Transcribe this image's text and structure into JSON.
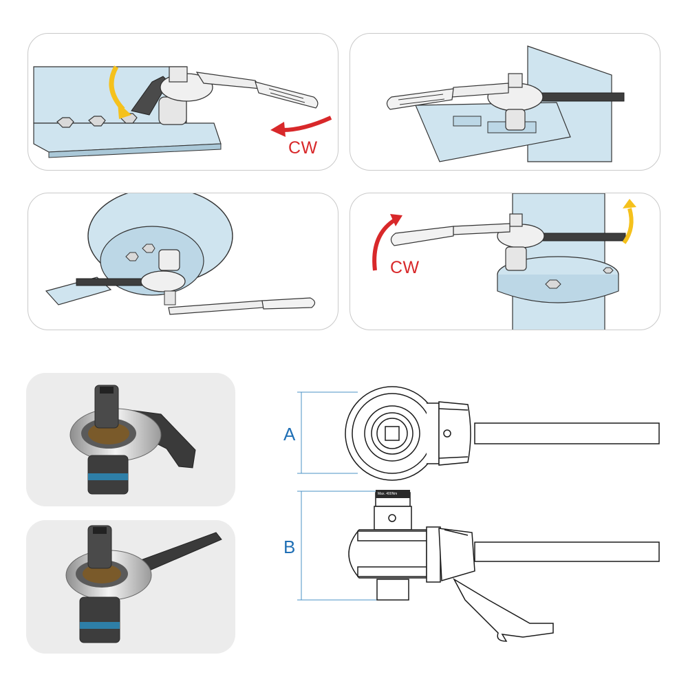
{
  "panels": {
    "p1": {
      "direction_label": "CW"
    },
    "p4": {
      "direction_label": "CW"
    }
  },
  "dimensions": {
    "a_label": "A",
    "b_label": "B",
    "max_label": "Max. 400Nm"
  },
  "colors": {
    "panel_border": "#c9c9c9",
    "surface_blue": "#cfe4ef",
    "arrow_red": "#d8282a",
    "arrow_yellow": "#f5c11c",
    "dimension_blue": "#1f6fb5"
  }
}
